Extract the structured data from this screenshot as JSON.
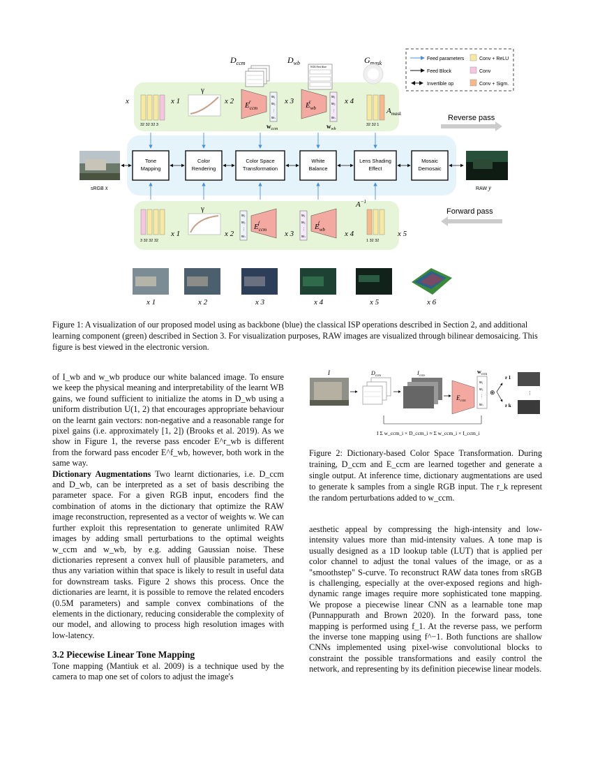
{
  "figure1": {
    "labels": {
      "d_ccm": "D",
      "d_ccm_sub": "ccm",
      "d_wb": "D",
      "d_wb_sub": "wb",
      "g_mask": "G",
      "g_mask_sub": "mask",
      "a_mask": "A",
      "a_mask_sub": "mask",
      "a_inv": "A",
      "a_inv_sup": "−1",
      "gamma": "γ",
      "x": "x",
      "x1": "x 1",
      "x2": "x 2",
      "x3": "x 3",
      "x4": "x 4",
      "x5": "x 5",
      "e_ccm_r": "E",
      "e_ccm_sub": "ccm",
      "e_wb_r": "E",
      "e_wb_sub": "wb",
      "sup_r": "r",
      "sup_f": "f",
      "w_ccm": "w",
      "w_ccm_sub": "ccm",
      "w_wb": "w",
      "w_wb_sub": "wb",
      "srgb": "sRGB",
      "raw": "RAW",
      "y": "y",
      "rgb_gains": "RGB Red Blue",
      "reverse_pass": "Reverse pass",
      "forward_pass": "Forward pass",
      "conv": "conv"
    },
    "legend": [
      {
        "label": "Feed parameters",
        "kind": "blue-arrow"
      },
      {
        "label": "Feed Block",
        "kind": "black-arrow"
      },
      {
        "label": "Invertible op",
        "kind": "double-arrow"
      },
      {
        "label": "Conv + ReLU",
        "color": "#f8e9a1"
      },
      {
        "label": "Conv",
        "color": "#f6c6e0"
      },
      {
        "label": "Conv + Sigm.",
        "color": "#f6b98a"
      }
    ],
    "blocks": [
      {
        "label1": "Tone",
        "label2": "Mapping"
      },
      {
        "label1": "Color",
        "label2": "Rendering"
      },
      {
        "label1": "Color Space",
        "label2": "Transformation"
      },
      {
        "label1": "White",
        "label2": "Balance"
      },
      {
        "label1": "Lens Shading",
        "label2": "Effect"
      },
      {
        "label1": "Mosaic",
        "label2": "Demosaic"
      }
    ],
    "conv_top_dims": "32 32 32 3",
    "conv_bottom_dims": "3 32 32 32",
    "mask_top_dims": "32 32 1",
    "mask_bottom_dims": "1 32 32",
    "weights": [
      "w₁",
      "w₂",
      "⋮",
      "wₙ"
    ],
    "thumb_labels": [
      "x 1",
      "x 2",
      "x 3",
      "x 4",
      "x 5",
      "x 6"
    ],
    "colors": {
      "green_bg": "#e6f5d8",
      "blue_bg": "#e5f4fb",
      "encoder": "#f4a9a0",
      "blue_arrow": "#4a90d9"
    }
  },
  "caption1": "Figure 1: A visualization of our proposed model using as backbone (blue) the classical ISP operations described in Section 2, and additional learning component (green) described in Section 3. For visualization purposes, RAW images are visualized through bilinear demosaicing. This figure is best viewed in the electronic version.",
  "left_col": {
    "p1": "of I_wb and w_wb produce our white balanced image. To ensure we keep the physical meaning and interpretability of the learnt WB gains, we found sufficient to initialize the atoms in D_wb using a uniform distribution U(1, 2) that encourages appropriate behaviour on the learnt gain vectors: non-negative and a reasonable range for pixel gains (i.e. approximately [1, 2]) (Brooks et al. 2019). As we show in Figure 1, the reverse pass encoder E^r_wb is different from the forward pass encoder E^f_wb, however, both work in the same way.",
    "p2_head": "Dictionary Augmentations",
    "p2": "Two learnt dictionaries, i.e. D_ccm and D_wb, can be interpreted as a set of basis describing the parameter space. For a given RGB input, encoders find the combination of atoms in the dictionary that optimize the RAW image reconstruction, represented as a vector of weights w. We can further exploit this representation to generate unlimited RAW images by adding small perturbations to the optimal weights w_ccm and w_wb, by e.g. adding Gaussian noise. These dictionaries represent a convex hull of plausible parameters, and thus any variation within that space is likely to result in useful data for downstream tasks. Figure 2 shows this process. Once the dictionaries are learnt, it is possible to remove the related encoders (0.5M parameters) and sample convex combinations of the elements in the dictionary, reducing considerable the complexity of our model, and allowing to process high resolution images with low-latency.",
    "section": "3.2   Piecewise Linear Tone Mapping",
    "p3": "Tone mapping (Mantiuk et al. 2009) is a technique used by the camera to map one set of colors to adjust the image's"
  },
  "figure2": {
    "labels": {
      "I": "I",
      "d_ccm": "D",
      "d_ccm_sub": "ccm",
      "i_ccm": "I",
      "i_ccm_sub": "ccm",
      "w_ccm": "w",
      "w_ccm_sub": "ccm",
      "e_ccm": "E",
      "e_ccm_sub": "ccm",
      "r1": "r 1",
      "rk": "r k",
      "oplus": "⊕",
      "formula": "I Σ w_ccm_i × D_ccm_i ≈ Σ w_ccm_i × I_ccm_i"
    },
    "weights": [
      "w₁",
      "w₂",
      "⋮",
      "wₙ"
    ]
  },
  "caption2": "Figure 2: Dictionary-based Color Space Transformation. During training, D_ccm and E_ccm are learned together and generate a single output. At inference time, dictionary augmentations are used to generate k samples from a single RGB input. The r_k represent the random perturbations added to w_ccm.",
  "right_col": {
    "p1": "aesthetic appeal by compressing the high-intensity and low-intensity values more than mid-intensity values. A tone map is usually designed as a 1D lookup table (LUT) that is applied per color channel to adjust the tonal values of the image, or as a \"smoothstep\" S-curve. To reconstruct RAW data tones from sRGB is challenging, especially at the over-exposed regions and high-dynamic range images require more sophisticated tone mapping. We propose a piecewise linear CNN as a learnable tone map (Punnappurath and Brown 2020). In the forward pass, tone mapping is performed using f_1. At the reverse pass, we perform the inverse tone mapping using f^−1. Both functions are shallow CNNs implemented using pixel-wise convolutional blocks to constraint the possible transformations and easily control the network, and representing by its definition piecewise linear models."
  }
}
